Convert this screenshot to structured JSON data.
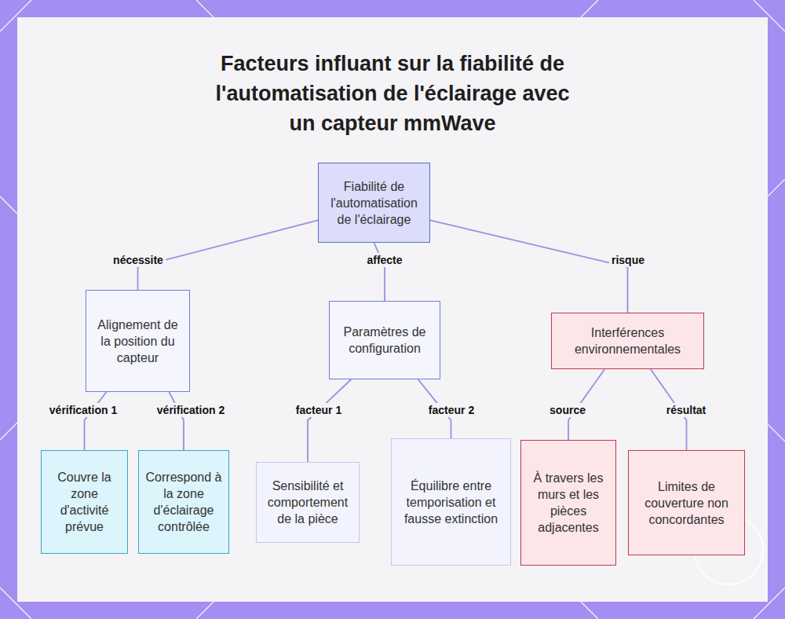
{
  "diagram": {
    "title": "Facteurs influant sur la fiabilité de l'automatisation de l'éclairage avec un capteur mmWave",
    "nodes": [
      {
        "text": [
          "Fiabilité de l'automatisation de l'éclairage"
        ]
      },
      {
        "text": [
          "Alignement de la position du capteur"
        ]
      },
      {
        "text": [
          "Paramètres de configuration"
        ]
      },
      {
        "text": [
          "Interférences environnementales"
        ]
      },
      {
        "text": [
          "Couvre la zone d'activité prévue"
        ]
      },
      {
        "text": [
          "Correspond à la zone d'éclairage contrôlée"
        ]
      },
      {
        "text": [
          "Sensibilité et comportement de la pièce"
        ]
      },
      {
        "text": [
          "Équilibre entre temporisation et fausse extinction"
        ]
      },
      {
        "text": [
          "À travers les murs et les pièces adjacentes"
        ]
      },
      {
        "text": [
          "Limites de couverture non concordantes"
        ]
      }
    ],
    "edges": [
      {
        "from": 0,
        "to": 1,
        "label": "nécessite",
        "arrow": "none"
      },
      {
        "from": 0,
        "to": 2,
        "label": "affecte",
        "arrow": "none"
      },
      {
        "from": 0,
        "to": 3,
        "label": "risque",
        "arrow": "none"
      },
      {
        "from": 1,
        "to": 4,
        "label": "vérification 1",
        "arrow": "none"
      },
      {
        "from": 1,
        "to": 5,
        "label": "vérification 2",
        "arrow": "none"
      },
      {
        "from": 2,
        "to": 6,
        "label": "facteur 1",
        "arrow": "none"
      },
      {
        "from": 2,
        "to": 7,
        "label": "facteur 2",
        "arrow": "none"
      },
      {
        "from": 3,
        "to": 8,
        "label": "source",
        "arrow": "none"
      },
      {
        "from": 3,
        "to": 9,
        "label": "résultat",
        "arrow": "none"
      }
    ]
  }
}
